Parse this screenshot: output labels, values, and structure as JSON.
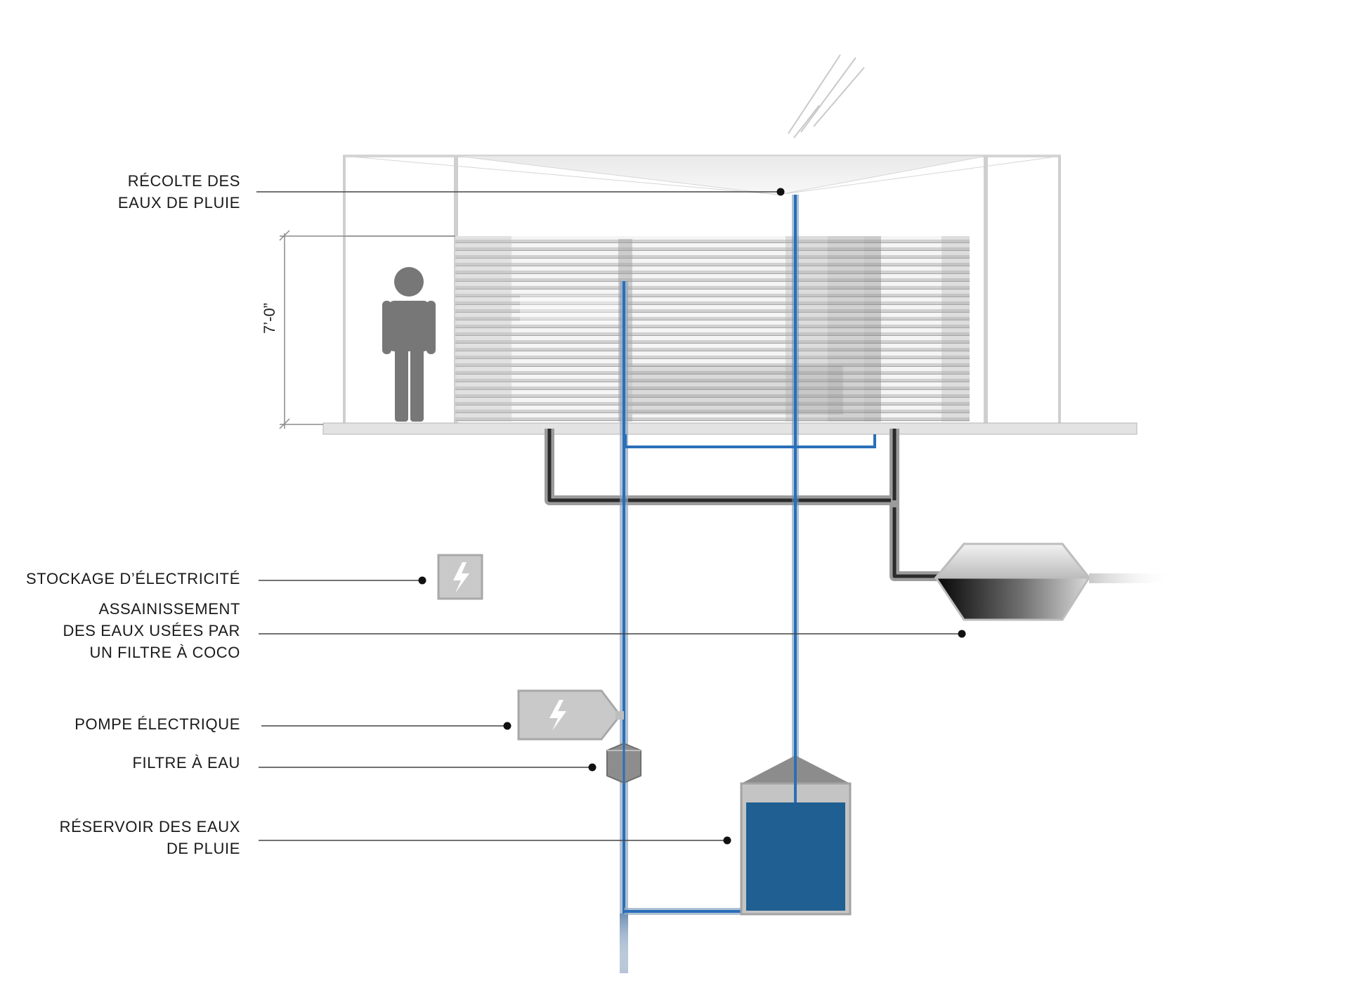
{
  "callouts": {
    "rain_harvest": [
      "RÉCOLTE DES",
      "EAUX DE PLUIE"
    ],
    "electricity_storage": [
      "STOCKAGE D’ÉLECTRICITÉ"
    ],
    "wastewater": [
      "ASSAINISSEMENT",
      "DES EAUX USÉES PAR",
      "UN FILTRE À COCO"
    ],
    "pump": [
      "POMPE ÉLECTRIQUE"
    ],
    "water_filter": [
      "FILTRE À EAU"
    ],
    "tank": [
      "RÉSERVOIR DES EAUX",
      "DE PLUIE"
    ]
  },
  "dimension": "7’-0”",
  "icons": {
    "battery": "lightning-icon",
    "pump": "lightning-icon",
    "person": "person-icon"
  },
  "colors": {
    "water_blue": "#2a6fb8",
    "tank_blue": "#1f5f91",
    "pipe_dark": "#2b2b2b",
    "pipe_grey": "#9a9a9a",
    "structure": "#b9b9b9",
    "human": "#777777"
  }
}
